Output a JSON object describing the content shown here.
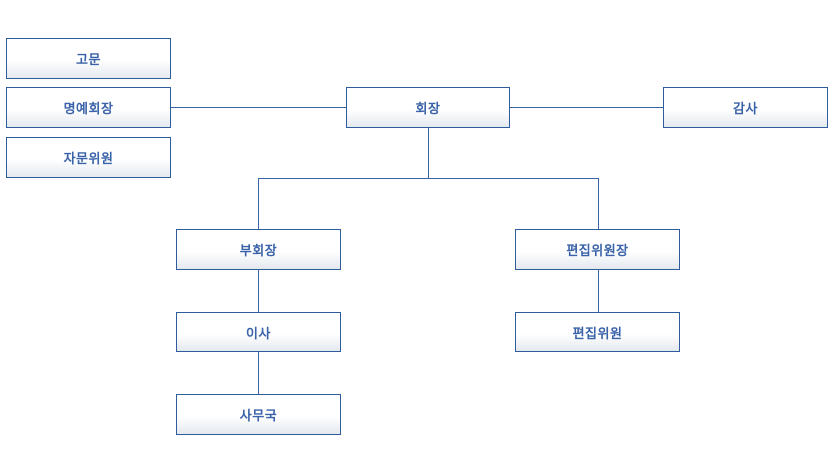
{
  "org_chart": {
    "advisors": {
      "advisor": "고문",
      "honorary_chairman": "명예회장",
      "advisory_committee": "자문위원"
    },
    "chairman": "회장",
    "auditor": "감사",
    "vice_chairman": "부회장",
    "director": "이사",
    "secretariat": "사무국",
    "chief_editor": "편집위원장",
    "editorial_committee": "편집위원"
  },
  "colors": {
    "box_border": "#2f5c9c",
    "box_text": "#3a62a8",
    "connector": "#3a64a8"
  }
}
